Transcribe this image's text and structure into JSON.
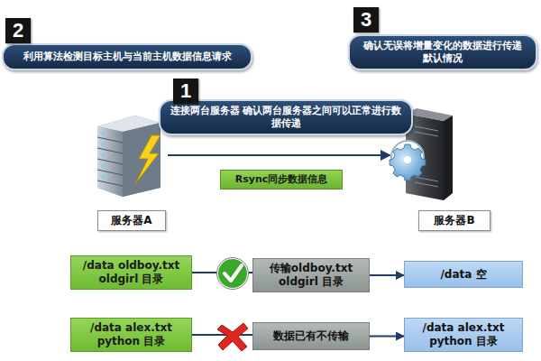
{
  "diagram": {
    "nodes": [
      {
        "text": [
          "利用算法检测目标主机与当前主机数据信息请求"
        ]
      },
      {
        "text": [
          "确认无误将增量变化的数据进行传递 默认情况"
        ]
      },
      {
        "text": [
          "连接两台服务器 确认两台服务器之间可以正常进行数据传递"
        ]
      },
      {
        "text": [
          "Rsync同步数据信息"
        ]
      },
      {
        "text": [
          "服务器A"
        ]
      },
      {
        "text": [
          "服务器B"
        ]
      },
      {
        "text": [
          "/data oldboy.txt oldgirl 目录"
        ]
      },
      {
        "text": [
          "传输oldboy.txt oldgirl 目录"
        ]
      },
      {
        "text": [
          "/data 空"
        ]
      },
      {
        "text": [
          "/data alex.txt python 目录"
        ]
      },
      {
        "text": [
          "数据已有不传输"
        ]
      },
      {
        "text": [
          "/data alex.txt python 目录"
        ]
      }
    ],
    "edges": [
      {
        "from": 6,
        "to": 7,
        "arrow": "none"
      },
      {
        "from": 7,
        "to": 8,
        "arrow": "to"
      },
      {
        "from": 9,
        "to": 10,
        "arrow": "none"
      },
      {
        "from": 10,
        "to": 11,
        "arrow": "to"
      }
    ],
    "labels": [
      "2",
      "3",
      "1"
    ]
  }
}
